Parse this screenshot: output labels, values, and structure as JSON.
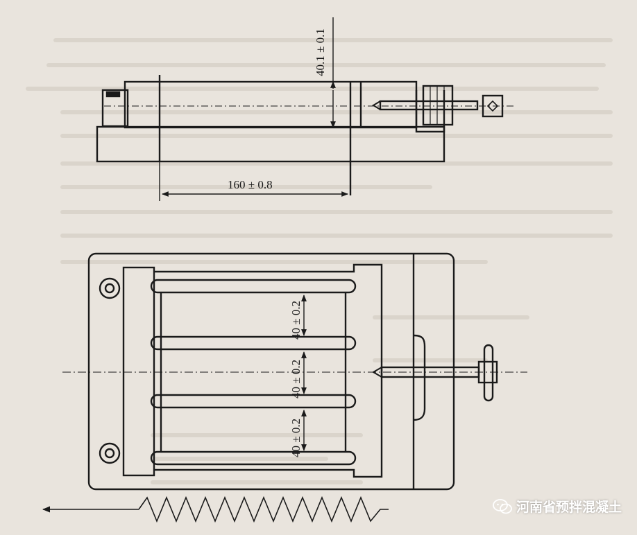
{
  "dimensions": {
    "height_tolerance": "40.1 ± 0.1",
    "length_tolerance": "160 ± 0.8",
    "gap_1": "40 ± 0.2",
    "gap_2": "40 ± 0.2",
    "gap_3": "40 ± 0.2"
  },
  "watermark": {
    "text": "河南省预拌混凝土",
    "icon": "wechat-icon"
  },
  "colors": {
    "paper": "#e9e4dd",
    "ink": "#1a1a1a",
    "bleed_through": "#c9c2b8"
  }
}
